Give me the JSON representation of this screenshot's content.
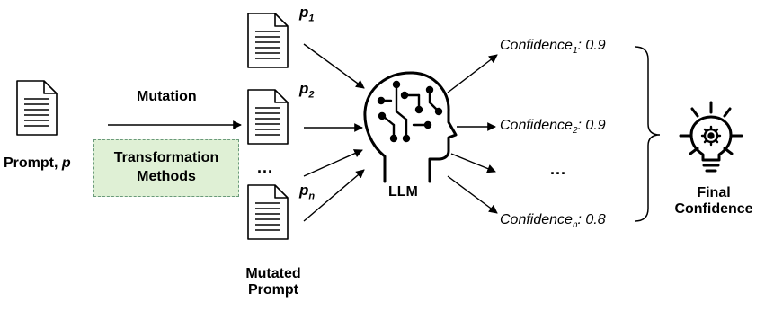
{
  "input": {
    "label": "Prompt, ",
    "var": "p"
  },
  "mutation": {
    "label": "Mutation"
  },
  "transformation": {
    "line1": "Transformation",
    "line2": "Methods"
  },
  "prompts": [
    {
      "var": "p",
      "sub": "1"
    },
    {
      "var": "p",
      "sub": "2"
    },
    {
      "var": "p",
      "sub": "n"
    }
  ],
  "prompt_ellipsis": "...",
  "mutated_prompt": {
    "line1": "Mutated",
    "line2": "Prompt"
  },
  "llm": {
    "label": "LLM"
  },
  "confidences": [
    {
      "label": "Confidence",
      "sub": "1",
      "value": ": 0.9"
    },
    {
      "label": "Confidence",
      "sub": "2",
      "value": ": 0.9"
    },
    {
      "label": "Confidence",
      "sub": "n",
      "value": ": 0.8"
    }
  ],
  "confidence_ellipsis": "...",
  "final": {
    "line1": "Final",
    "line2": "Confidence"
  },
  "icons": {
    "document": "document-icon",
    "llm": "head-circuit-icon",
    "final": "lightbulb-gear-icon"
  }
}
